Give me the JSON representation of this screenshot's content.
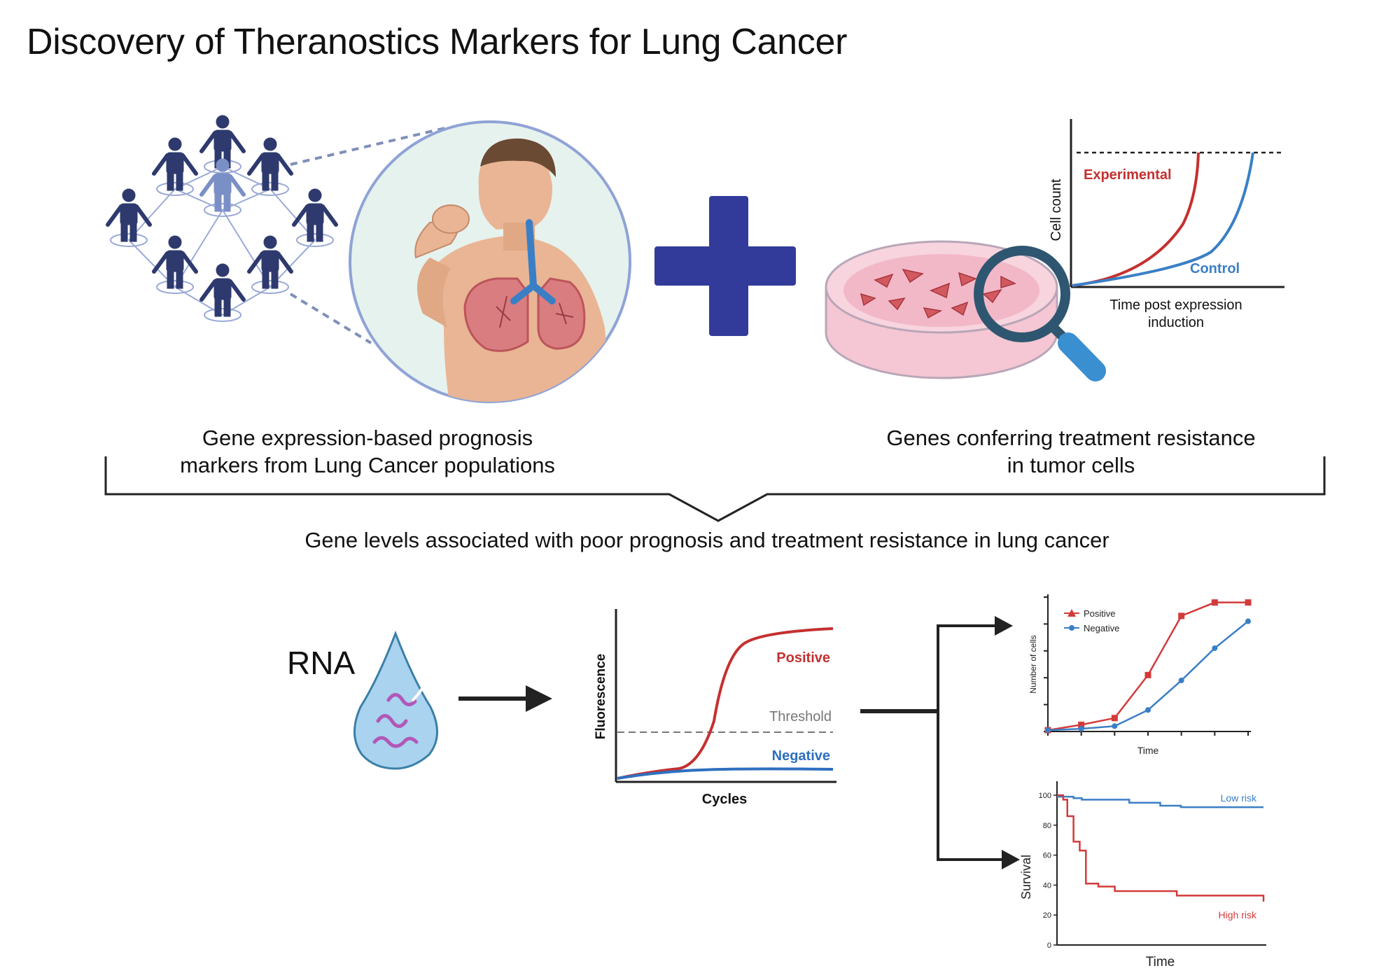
{
  "title": "Discovery of Theranostics Markers for Lung Cancer",
  "captions": {
    "left_line1": "Gene expression-based  prognosis",
    "left_line2": "markers from Lung Cancer populations",
    "right_line1": "Genes conferring treatment resistance",
    "right_line2": "in tumor cells",
    "combined": "Gene levels associated with poor prognosis and treatment resistance in lung cancer"
  },
  "rna_label": "RNA",
  "colors": {
    "navy": "#2e3a6e",
    "person_highlight": "#7b8fc7",
    "plus": "#323b99",
    "red": "#c53030",
    "blue": "#3a7fc6",
    "skin": "#e9b594"
  },
  "icons": [
    "population-network-icon",
    "patient-coughing-icon",
    "plus-icon",
    "petri-dish-icon",
    "magnifier-icon",
    "rna-droplet-icon"
  ],
  "growth_chart": {
    "type": "line",
    "ylabel": "Cell count",
    "xlabel_line1": "Time post expression",
    "xlabel_line2": "induction",
    "series": [
      {
        "name": "Experimental",
        "color": "#c53030"
      },
      {
        "name": "Control",
        "color": "#3a7fc6"
      }
    ]
  },
  "qpcr_chart": {
    "type": "line",
    "ylabel": "Fluorescence",
    "xlabel": "Cycles",
    "threshold_label": "Threshold",
    "series": [
      {
        "name": "Positive",
        "color": "#c53030"
      },
      {
        "name": "Negative",
        "color": "#2e6fbf"
      }
    ]
  },
  "chart_data": [
    {
      "type": "line",
      "xlabel": "Time",
      "ylabel": "Number of cells",
      "x": [
        0,
        1,
        2,
        3,
        4,
        5,
        6
      ],
      "ylim": [
        0,
        50
      ],
      "series": [
        {
          "name": "Positive",
          "marker": "square",
          "color": "#d33a3a",
          "values": [
            0.5,
            2.5,
            5,
            21,
            43,
            48,
            48
          ]
        },
        {
          "name": "Negative",
          "marker": "circle",
          "color": "#3a7fc6",
          "values": [
            0.5,
            1,
            2,
            8,
            19,
            31,
            41
          ]
        }
      ]
    },
    {
      "type": "line",
      "xlabel": "Time",
      "ylabel": "Survival",
      "yticks": [
        "0",
        "20",
        "40",
        "60",
        "80",
        "100"
      ],
      "ylim": [
        0,
        100
      ],
      "xlim": [
        0,
        10
      ],
      "series": [
        {
          "name": "Low risk",
          "color": "#3a7fc6",
          "x": [
            0,
            0.8,
            1.2,
            3.5,
            5.0,
            6.0,
            10
          ],
          "values": [
            99,
            98,
            97,
            95,
            93,
            92,
            92
          ]
        },
        {
          "name": "High risk",
          "color": "#d33a3a",
          "x": [
            0,
            0.3,
            0.5,
            0.8,
            1.1,
            1.4,
            2.0,
            2.8,
            5.8,
            10
          ],
          "values": [
            100,
            97,
            86,
            69,
            63,
            41,
            39,
            36,
            33,
            29
          ]
        }
      ]
    }
  ]
}
